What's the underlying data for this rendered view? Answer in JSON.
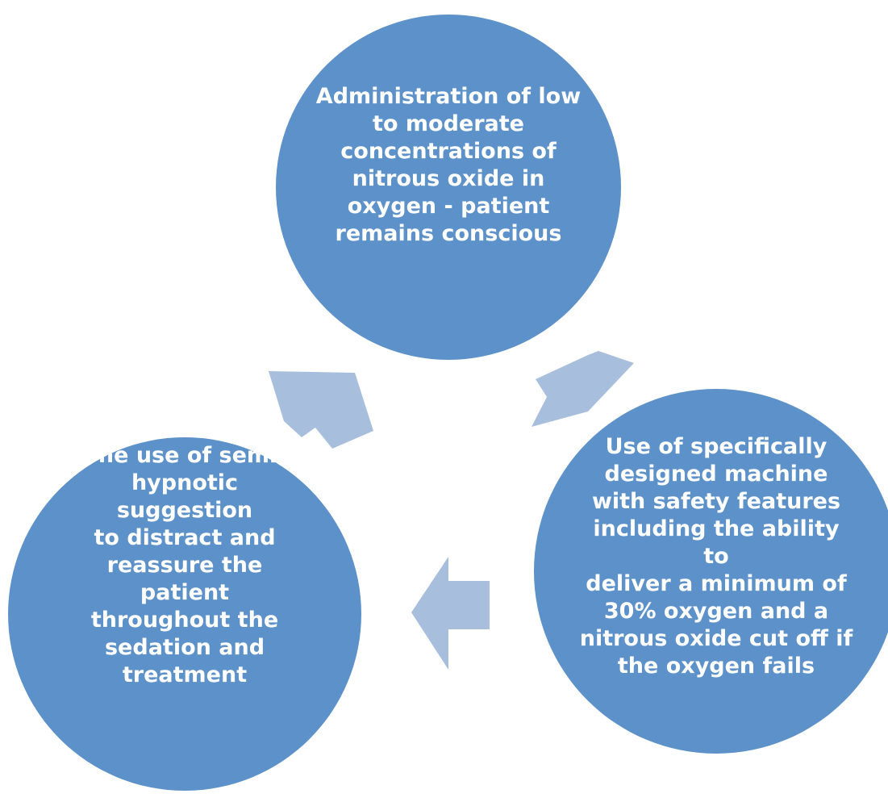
{
  "diagram": {
    "nodes": [
      {
        "id": "top",
        "label": "Administration of low\nto moderate\nconcentrations of\nnitrous oxide in\noxygen - patient\nremains conscious"
      },
      {
        "id": "right",
        "label": "Use of specifically\ndesigned  machine\nwith safety features\nincluding the ability to\ndeliver a minimum of\n30% oxygen and a\nnitrous oxide cut off if\nthe oxygen fails"
      },
      {
        "id": "left",
        "label": "The use of semi-\nhypnotic suggestion\nto distract and\nreassure the patient\nthroughout the\nsedation and\ntreatment"
      }
    ],
    "cycle_order": [
      "top",
      "right",
      "left"
    ],
    "colors": {
      "circle": "#5d91c9",
      "arrow": "#a8bedd",
      "text": "#ffffff",
      "background": "#ffffff"
    }
  }
}
